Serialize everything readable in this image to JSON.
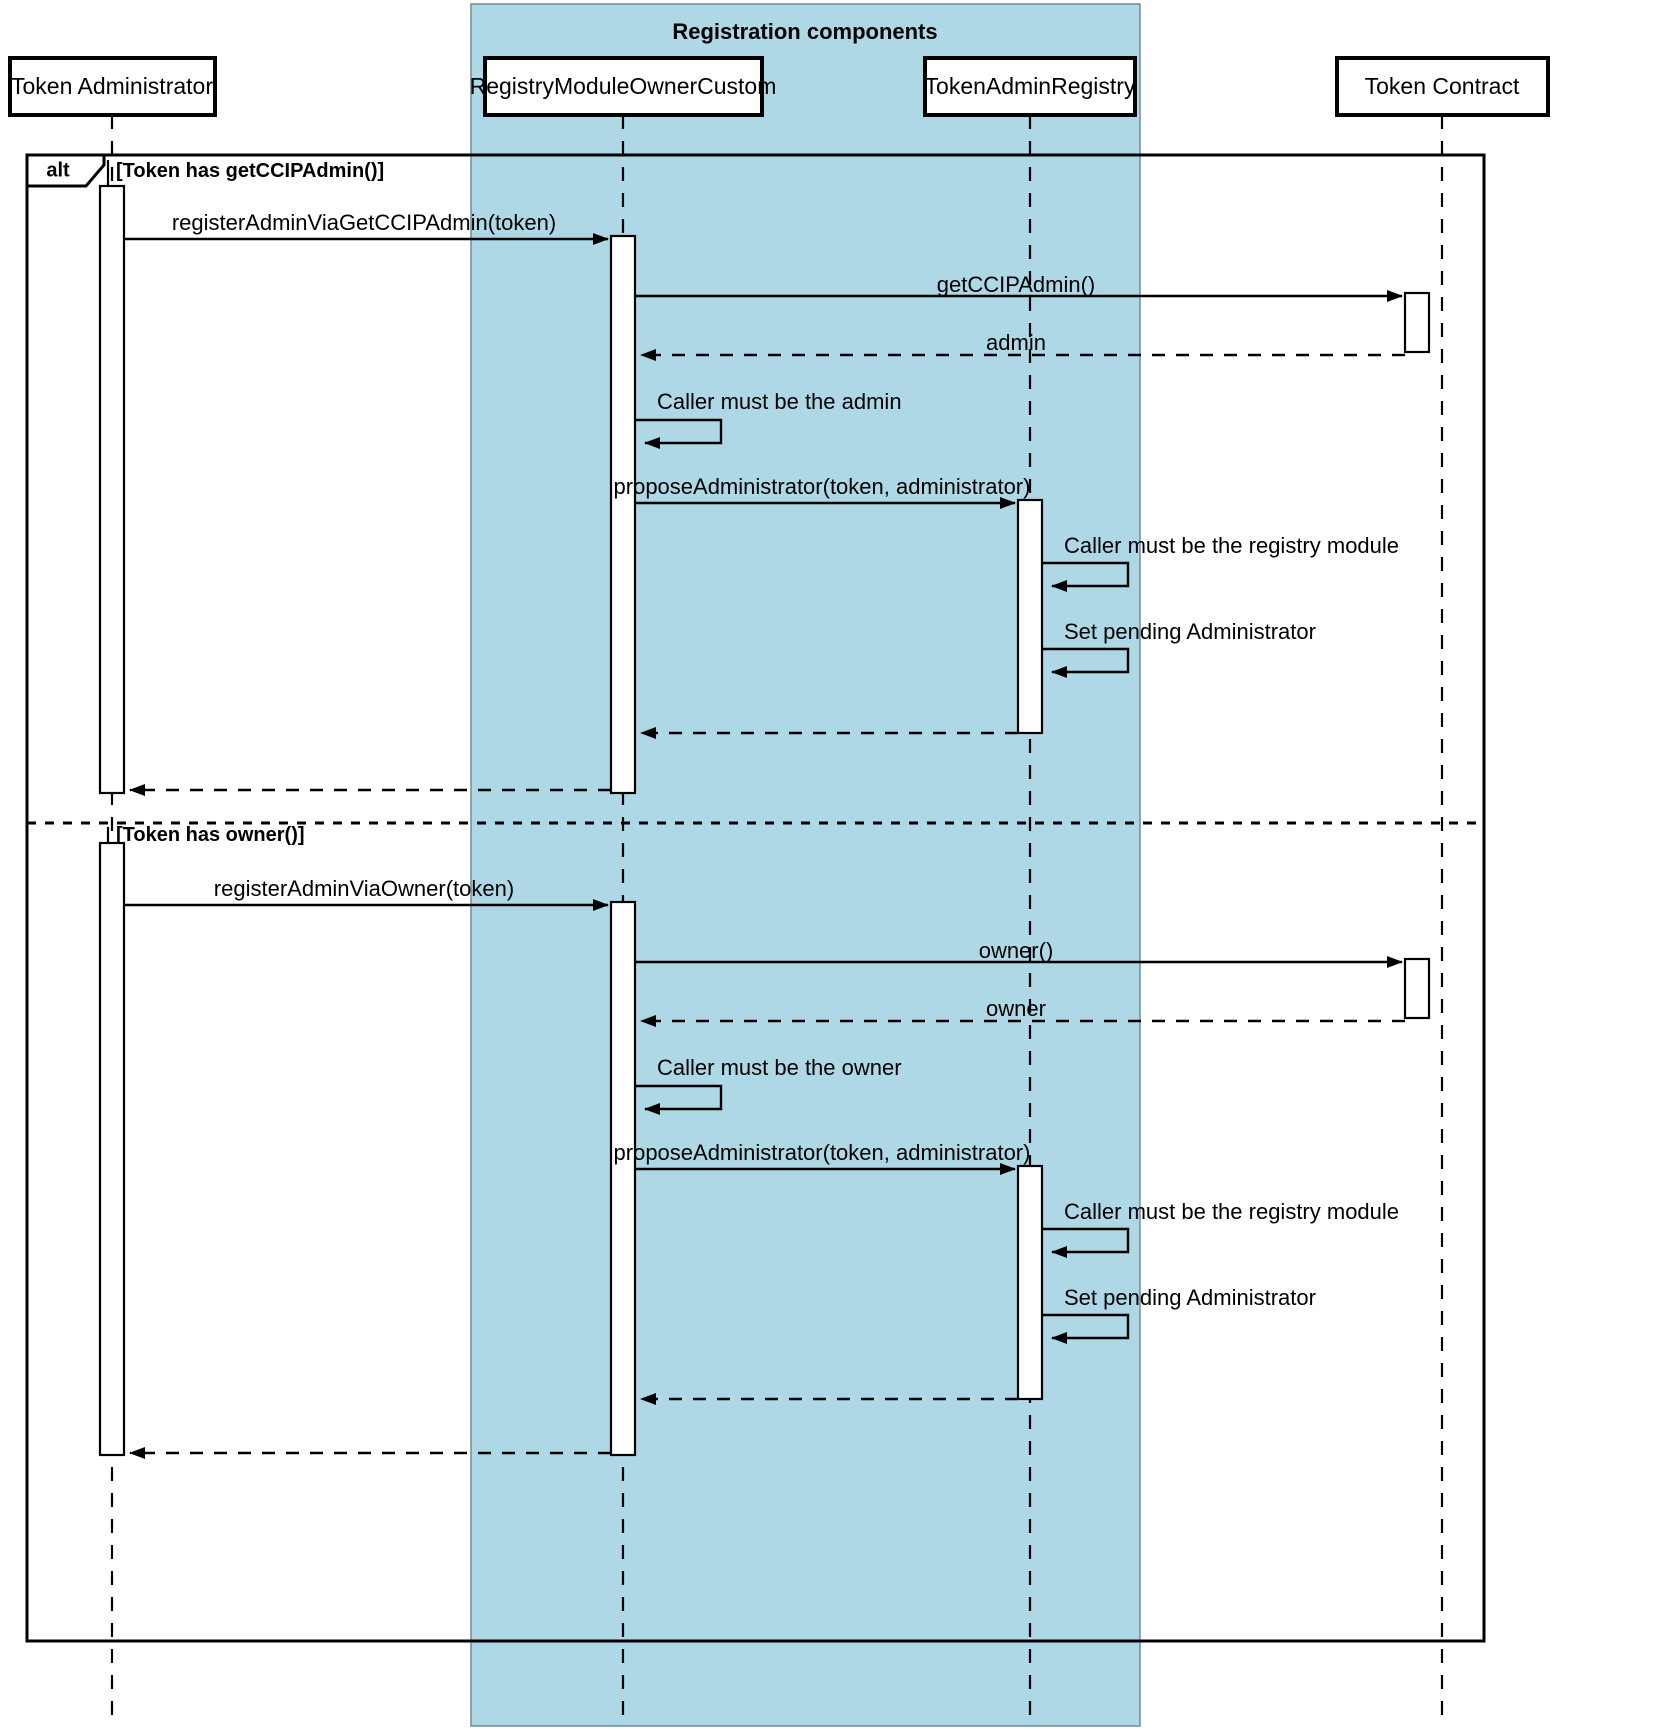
{
  "diagram": {
    "type": "uml-sequence-diagram",
    "group_box": {
      "title": "Registration components",
      "fill_color": "#aed8e6"
    },
    "fragment": {
      "operator": "alt",
      "guards": [
        "[Token has getCCIPAdmin()]",
        "[Token has owner()]"
      ]
    },
    "lifelines": [
      {
        "id": "admin",
        "label": "Token Administrator",
        "in_group": false
      },
      {
        "id": "registry_module",
        "label": "RegistryModuleOwnerCustom",
        "in_group": true
      },
      {
        "id": "token_admin_registry",
        "label": "TokenAdminRegistry",
        "in_group": true
      },
      {
        "id": "token_contract",
        "label": "Token Contract",
        "in_group": false
      }
    ],
    "messages": [
      {
        "seq": 1,
        "branch": 1,
        "from": "admin",
        "to": "registry_module",
        "label": "registerAdminViaGetCCIPAdmin(token)",
        "kind": "call"
      },
      {
        "seq": 2,
        "branch": 1,
        "from": "registry_module",
        "to": "token_contract",
        "label": "getCCIPAdmin()",
        "kind": "call"
      },
      {
        "seq": 3,
        "branch": 1,
        "from": "token_contract",
        "to": "registry_module",
        "label": "admin",
        "kind": "return"
      },
      {
        "seq": 4,
        "branch": 1,
        "from": "registry_module",
        "to": "registry_module",
        "label": "Caller must be the admin",
        "kind": "self"
      },
      {
        "seq": 5,
        "branch": 1,
        "from": "registry_module",
        "to": "token_admin_registry",
        "label": "proposeAdministrator(token, administrator)",
        "kind": "call"
      },
      {
        "seq": 6,
        "branch": 1,
        "from": "token_admin_registry",
        "to": "token_admin_registry",
        "label": "Caller must be the registry module",
        "kind": "self"
      },
      {
        "seq": 7,
        "branch": 1,
        "from": "token_admin_registry",
        "to": "token_admin_registry",
        "label": "Set pending Administrator",
        "kind": "self"
      },
      {
        "seq": 8,
        "branch": 1,
        "from": "token_admin_registry",
        "to": "registry_module",
        "label": "",
        "kind": "return"
      },
      {
        "seq": 9,
        "branch": 1,
        "from": "registry_module",
        "to": "admin",
        "label": "",
        "kind": "return"
      },
      {
        "seq": 10,
        "branch": 2,
        "from": "admin",
        "to": "registry_module",
        "label": "registerAdminViaOwner(token)",
        "kind": "call"
      },
      {
        "seq": 11,
        "branch": 2,
        "from": "registry_module",
        "to": "token_contract",
        "label": "owner()",
        "kind": "call"
      },
      {
        "seq": 12,
        "branch": 2,
        "from": "token_contract",
        "to": "registry_module",
        "label": "owner",
        "kind": "return"
      },
      {
        "seq": 13,
        "branch": 2,
        "from": "registry_module",
        "to": "registry_module",
        "label": "Caller must be the owner",
        "kind": "self"
      },
      {
        "seq": 14,
        "branch": 2,
        "from": "registry_module",
        "to": "token_admin_registry",
        "label": "proposeAdministrator(token, administrator)",
        "kind": "call"
      },
      {
        "seq": 15,
        "branch": 2,
        "from": "token_admin_registry",
        "to": "token_admin_registry",
        "label": "Caller must be the registry module",
        "kind": "self"
      },
      {
        "seq": 16,
        "branch": 2,
        "from": "token_admin_registry",
        "to": "token_admin_registry",
        "label": "Set pending Administrator",
        "kind": "self"
      },
      {
        "seq": 17,
        "branch": 2,
        "from": "token_admin_registry",
        "to": "registry_module",
        "label": "",
        "kind": "return"
      },
      {
        "seq": 18,
        "branch": 2,
        "from": "registry_module",
        "to": "admin",
        "label": "",
        "kind": "return"
      }
    ]
  }
}
